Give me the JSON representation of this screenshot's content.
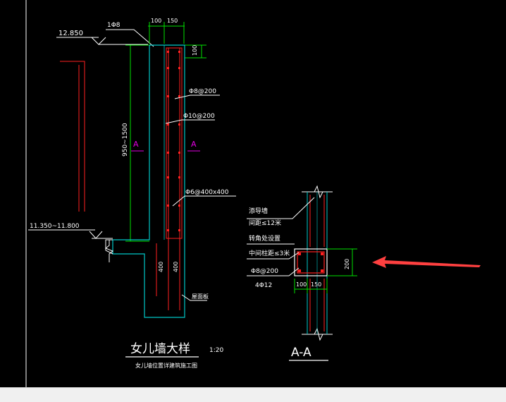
{
  "drawing": {
    "top_level": "12.850",
    "top_rebar": "1Φ8",
    "dim_top_left": "100",
    "dim_top_right": "150",
    "dim_top_height": "100",
    "stirrup_label": "Φ8@200",
    "vertical_bar_label": "Φ10@200",
    "tie_label": "Φ6@400x400",
    "section_mark": "A",
    "height_range": "950~1500",
    "lower_level": "11.350~11.800",
    "base_dim_a": "400",
    "base_dim_b": "400",
    "roof_slab_label": "屋面板",
    "main_title": "女儿墙大样",
    "scale": "1:20",
    "subtitle": "女儿墙位置详建筑施工图",
    "section_title": "A-A",
    "note_1": "添导墙",
    "note_2": "间距≤12米",
    "note_3": "转角处设置",
    "note_4": "中间柱距≤3米",
    "aa_stirrup": "Φ8@200",
    "aa_main": "4Φ12",
    "aa_dim_left": "100",
    "aa_dim_right": "150",
    "aa_dim_height": "200"
  },
  "colors": {
    "background": "#000000",
    "concrete_outline": "#00c8c8",
    "rebar": "#ff2020",
    "dimension": "#00e000",
    "text": "#ffffff",
    "section_mark": "#e000e0",
    "arrow": "#ff4040",
    "statusbar": "#f0f0f0"
  }
}
